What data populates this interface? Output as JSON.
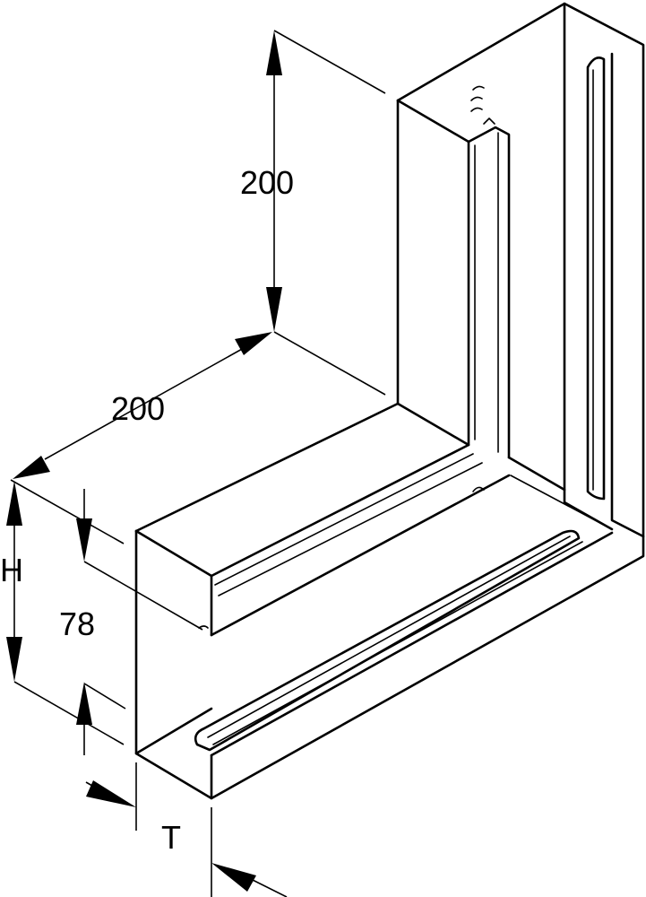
{
  "dimensions": {
    "vertical_length": "200",
    "horizontal_length": "200",
    "height_symbol": "H",
    "height_value": "78",
    "depth_symbol": "T"
  }
}
